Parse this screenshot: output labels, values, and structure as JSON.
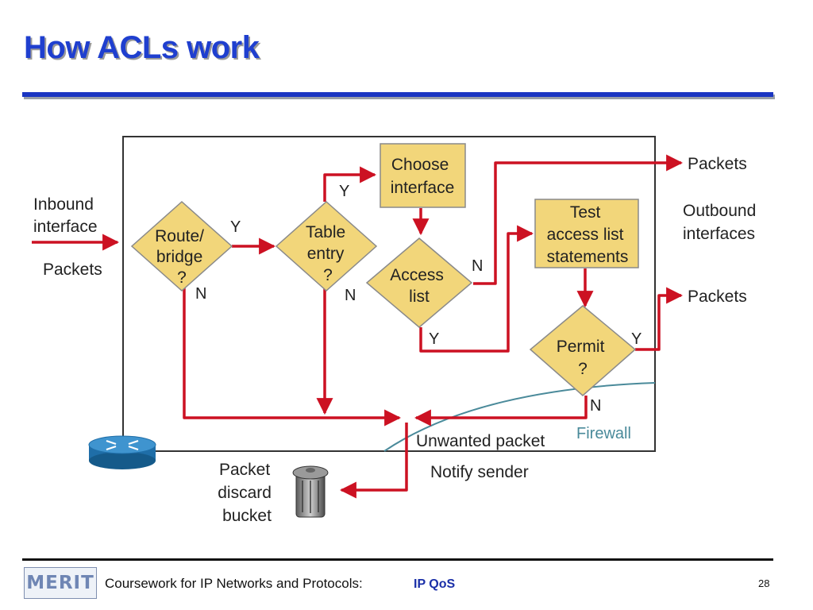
{
  "slide": {
    "title": "How ACLs work"
  },
  "diagram": {
    "inbound_interface": [
      "Inbound",
      "interface"
    ],
    "inbound_packets": "Packets",
    "route_bridge": [
      "Route/",
      "bridge",
      "?"
    ],
    "table_entry": [
      "Table",
      "entry",
      "?"
    ],
    "choose_interface": [
      "Choose",
      "interface"
    ],
    "access_list": [
      "Access",
      "list"
    ],
    "test_statements": [
      "Test",
      "access list",
      "statements"
    ],
    "permit": [
      "Permit",
      "?"
    ],
    "outbound_interfaces": [
      "Outbound",
      "interfaces"
    ],
    "packets_top": "Packets",
    "packets_bottom": "Packets",
    "firewall": "Firewall",
    "unwanted_packet": "Unwanted packet",
    "notify_sender": "Notify sender",
    "discard_bucket": [
      "Packet",
      "discard",
      "bucket"
    ],
    "y": "Y",
    "n": "N",
    "colors": {
      "decision_fill": "#f2d67a",
      "box_stroke": "#8a8a8a",
      "arrow": "#cc1122",
      "firewall": "#4a8a9a"
    },
    "icons": [
      "router-icon",
      "trash-can-icon"
    ]
  },
  "footer": {
    "logo": "MERIT",
    "course": "Coursework for IP Networks and Protocols:",
    "topic": "IP QoS",
    "page": "28"
  }
}
